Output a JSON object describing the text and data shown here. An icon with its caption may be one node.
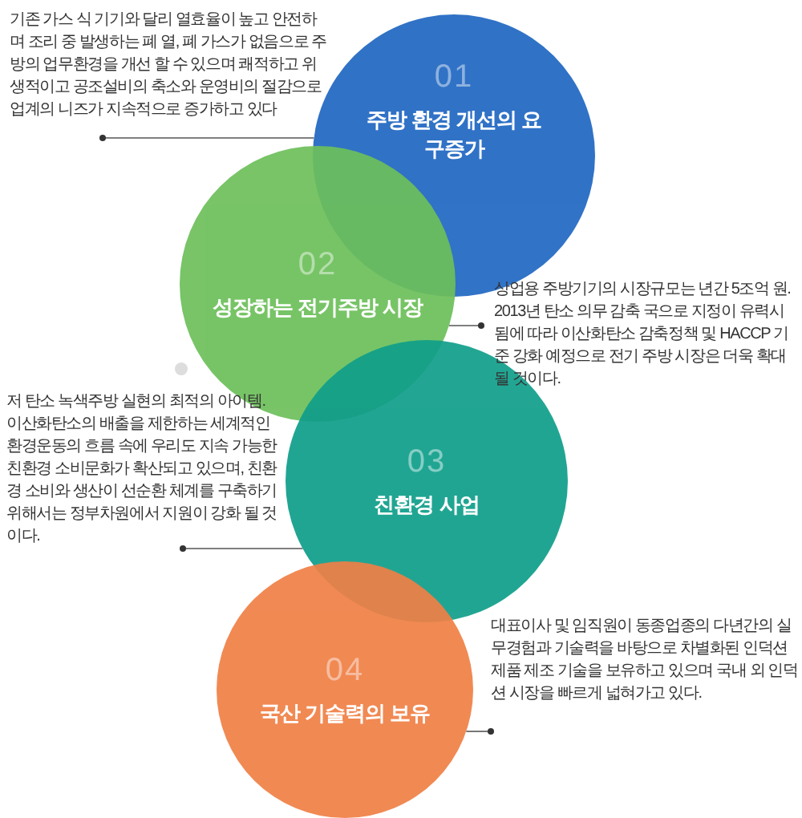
{
  "diagram": {
    "nodes": [
      {
        "text": [
          "01",
          "주방 환경 개선의 요구증가"
        ]
      },
      {
        "text": [
          "기존 가스 식 기기와 달리 열효율이 높고 안전하며 조리 중 발생하는 폐 열, 폐 가스가 없음으로 주방의 업무환경을 개선 할 수 있으며 쾌적하고 위생적이고 공조설비의 축소와 운영비의 절감으로 업계의 니즈가 지속적으로 증가하고 있다"
        ]
      },
      {
        "text": [
          "02",
          "성장하는 전기주방 시장"
        ]
      },
      {
        "text": [
          "상업용 주방기기의 시장규모는 년간 5조억 원. 2013년 탄소 의무 감축 국으로 지정이 유력시 됨에 따라 이산화탄소 감축정책 및 HACCP 기준 강화 예정으로 전기 주방 시장은 더욱 확대 될 것이다."
        ]
      },
      {
        "text": [
          "03",
          "친환경 사업"
        ]
      },
      {
        "text": [
          "저 탄소 녹색주방 실현의 최적의 아이템. 이산화탄소의 배출을 제한하는 세계적인 환경운동의 흐름 속에 우리도 지속 가능한 친환경 소비문화가 확산되고 있으며, 친환경 소비와 생산이 선순환 체계를 구축하기 위해서는 정부차원에서 지원이 강화 될 것이다."
        ]
      },
      {
        "text": [
          "04",
          "국산 기술력의 보유"
        ]
      },
      {
        "text": [
          "대표이사 및 임직원이 동종업종의 다년간의 실무경험과 기술력을 바탕으로 차별화된 인덕션 제품 제조 기술을 보유하고 있으며 국내 외 인덕션 시장을 빠르게 넓혀가고 있다."
        ]
      }
    ],
    "edges": [
      {
        "from": 1,
        "to": 0,
        "arrow": "other"
      },
      {
        "from": 3,
        "to": 2,
        "arrow": "other"
      },
      {
        "from": 5,
        "to": 4,
        "arrow": "other"
      },
      {
        "from": 7,
        "to": 6,
        "arrow": "other"
      }
    ]
  }
}
